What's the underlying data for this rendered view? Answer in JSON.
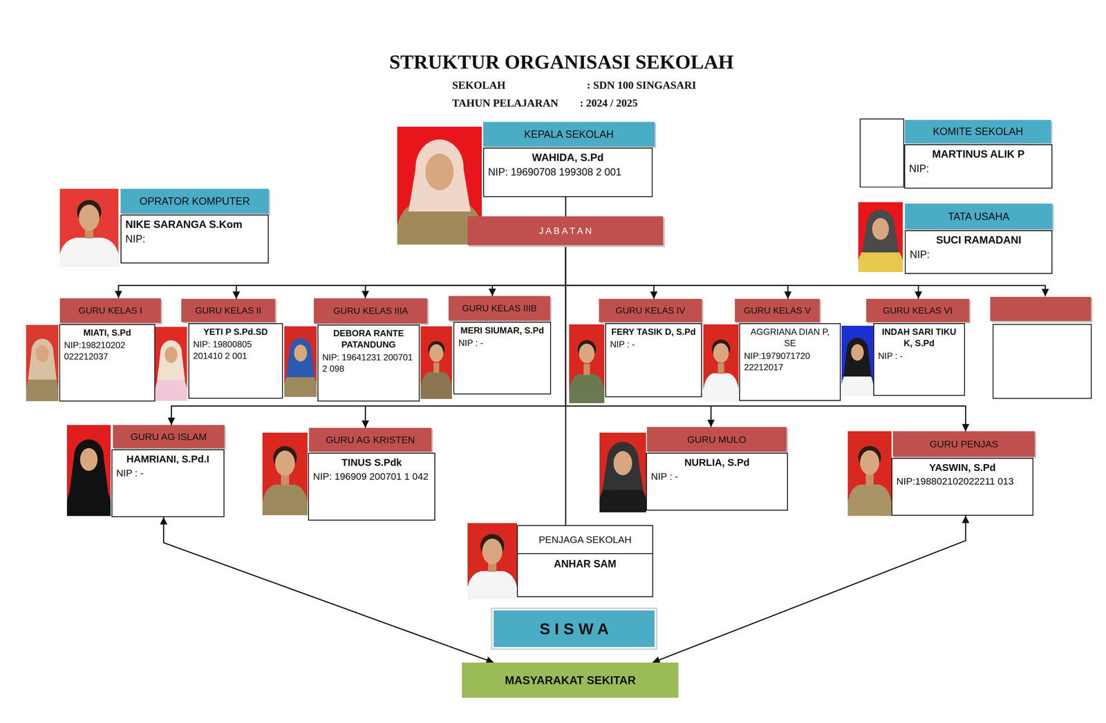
{
  "diagram": {
    "title": "STRUKTUR ORGANISASI SEKOLAH",
    "nodes": [
      {
        "text": [
          "KEPALA SEKOLAH",
          "WAHIDA, S.Pd",
          "NIP: 19690708 199308 2 001"
        ]
      },
      {
        "text": [
          "KOMITE SEKOLAH",
          "MARTINUS ALIK P",
          "NIP:"
        ]
      },
      {
        "text": [
          "OPRATOR KOMPUTER",
          "NIKE SARANGA S.Kom",
          "NIP:"
        ]
      },
      {
        "text": [
          "J A B A T A N"
        ]
      },
      {
        "text": [
          "TATA USAHA",
          "SUCI RAMADANI",
          "NIP:"
        ]
      },
      {
        "text": [
          "GURU KELAS I",
          "MIATI, S.Pd",
          "NIP:198210202 022212037"
        ]
      },
      {
        "text": [
          "GURU KELAS II",
          "YETI P S.Pd.SD",
          "NIP: 19800805 201410 2 001"
        ]
      },
      {
        "text": [
          "GURU KELAS IIIA",
          "DEBORA RANTE PATANDUNG",
          "NIP: 19641231 200701 2 098"
        ]
      },
      {
        "text": [
          "GURU KELAS IIIB",
          "MERI SIUMAR, S.Pd",
          "NIP : -"
        ]
      },
      {
        "text": [
          "GURU KELAS IV",
          "FERY TASIK D, S.Pd",
          "NIP : -"
        ]
      },
      {
        "text": [
          "GURU KELAS V",
          "AGGRIANA DIAN P, SE",
          "NIP:1979071720 22212017"
        ]
      },
      {
        "text": [
          "GURU KELAS VI",
          "INDAH SARI TIKU K, S.Pd",
          "NIP : -"
        ]
      },
      {
        "text": [
          "GURU AG ISLAM",
          "HAMRIANI, S.Pd.I",
          "NIP : -"
        ]
      },
      {
        "text": [
          "GURU AG KRISTEN",
          "TINUS S.Pdk",
          "NIP: 196909 200701 1 042"
        ]
      },
      {
        "text": [
          "GURU MULO",
          "NURLIA, S.Pd",
          "NIP : -"
        ]
      },
      {
        "text": [
          "GURU PENJAS",
          "YASWIN, S.Pd",
          "NIP:198802102022211 013"
        ]
      },
      {
        "text": [
          "PENJAGA SEKOLAH",
          "ANHAR SAM"
        ]
      },
      {
        "text": [
          "S I S W A"
        ]
      },
      {
        "text": [
          "MASYARAKAT SEKITAR"
        ]
      }
    ],
    "edges": [
      {
        "from": 0,
        "to": 3,
        "arrow": "none"
      },
      {
        "from": 3,
        "to": 16,
        "arrow": "none"
      },
      {
        "from": 3,
        "to": 5,
        "arrow": "to"
      },
      {
        "from": 3,
        "to": 6,
        "arrow": "to"
      },
      {
        "from": 3,
        "to": 7,
        "arrow": "to"
      },
      {
        "from": 3,
        "to": 8,
        "arrow": "to"
      },
      {
        "from": 3,
        "to": 9,
        "arrow": "to"
      },
      {
        "from": 3,
        "to": 10,
        "arrow": "to"
      },
      {
        "from": 3,
        "to": 11,
        "arrow": "to"
      },
      {
        "from": 3,
        "to": 12,
        "arrow": "to"
      },
      {
        "from": 3,
        "to": 13,
        "arrow": "to"
      },
      {
        "from": 3,
        "to": 14,
        "arrow": "to"
      },
      {
        "from": 3,
        "to": 15,
        "arrow": "to"
      },
      {
        "from": 12,
        "to": 18,
        "arrow": "both"
      },
      {
        "from": 15,
        "to": 18,
        "arrow": "both"
      }
    ],
    "labels": [
      "SEKOLAH",
      ": SDN 100 SINGASARI",
      "TAHUN PELAJARAN",
      ": 2024 / 2025"
    ]
  }
}
